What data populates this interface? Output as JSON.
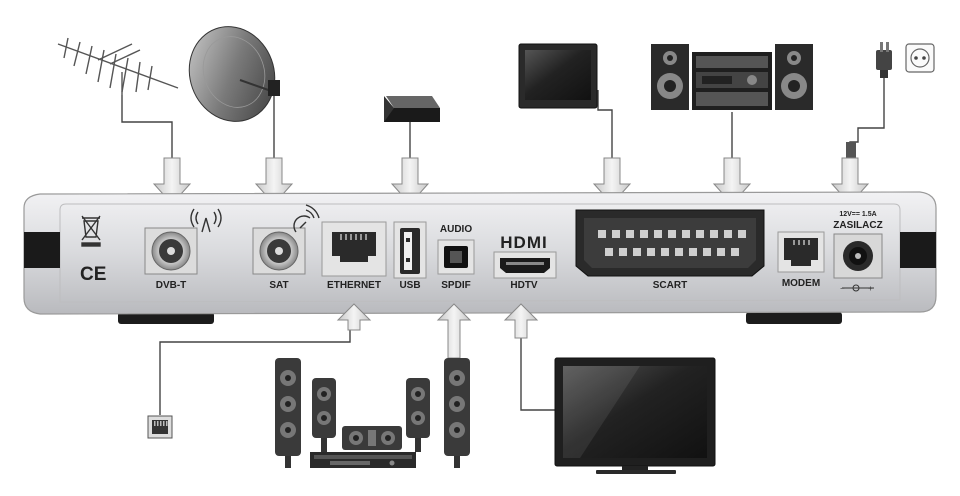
{
  "ports": {
    "dvbt": "DVB-T",
    "sat": "SAT",
    "ethernet": "ETHERNET",
    "usb": "USB",
    "audio": "AUDIO",
    "spdif": "SPDIF",
    "hdmi_logo": "HDMI",
    "hdtv": "HDTV",
    "scart": "SCART",
    "modem": "MODEM",
    "power_rating": "12V== 1.5A",
    "power": "ZASILACZ"
  },
  "markings": {
    "ce": "CE"
  }
}
